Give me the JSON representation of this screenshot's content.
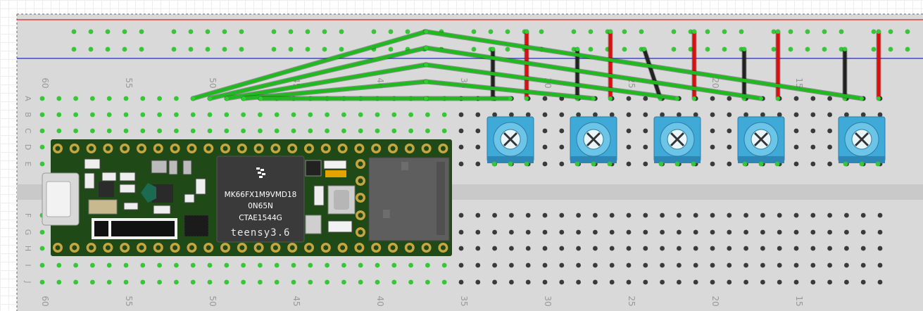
{
  "breadboard": {
    "column_numbers": [
      "60",
      "55",
      "50",
      "45",
      "40",
      "35",
      "30",
      "25",
      "20",
      "15"
    ],
    "row_letters": [
      "A",
      "B",
      "C",
      "D",
      "E",
      "F",
      "G",
      "H",
      "I",
      "J"
    ],
    "colors": {
      "board": "#d9d9d9",
      "hole": "#3a3a3a",
      "hole_connected": "#35c735",
      "rail_red": "#e02020",
      "rail_blue": "#2030c0"
    }
  },
  "teensy": {
    "chip_line1": "MK66FX1M9VMD18",
    "chip_line2": "0N65N",
    "chip_line3": "CTAE1544G",
    "brand": "teensy3.6",
    "pcb_color": "#1f4a17"
  },
  "potentiometers": {
    "count": 5,
    "body_color": "#3fa9d8"
  },
  "wires": {
    "signal_color": "#22b822",
    "power_color": "#d81010",
    "ground_color": "#222222"
  }
}
